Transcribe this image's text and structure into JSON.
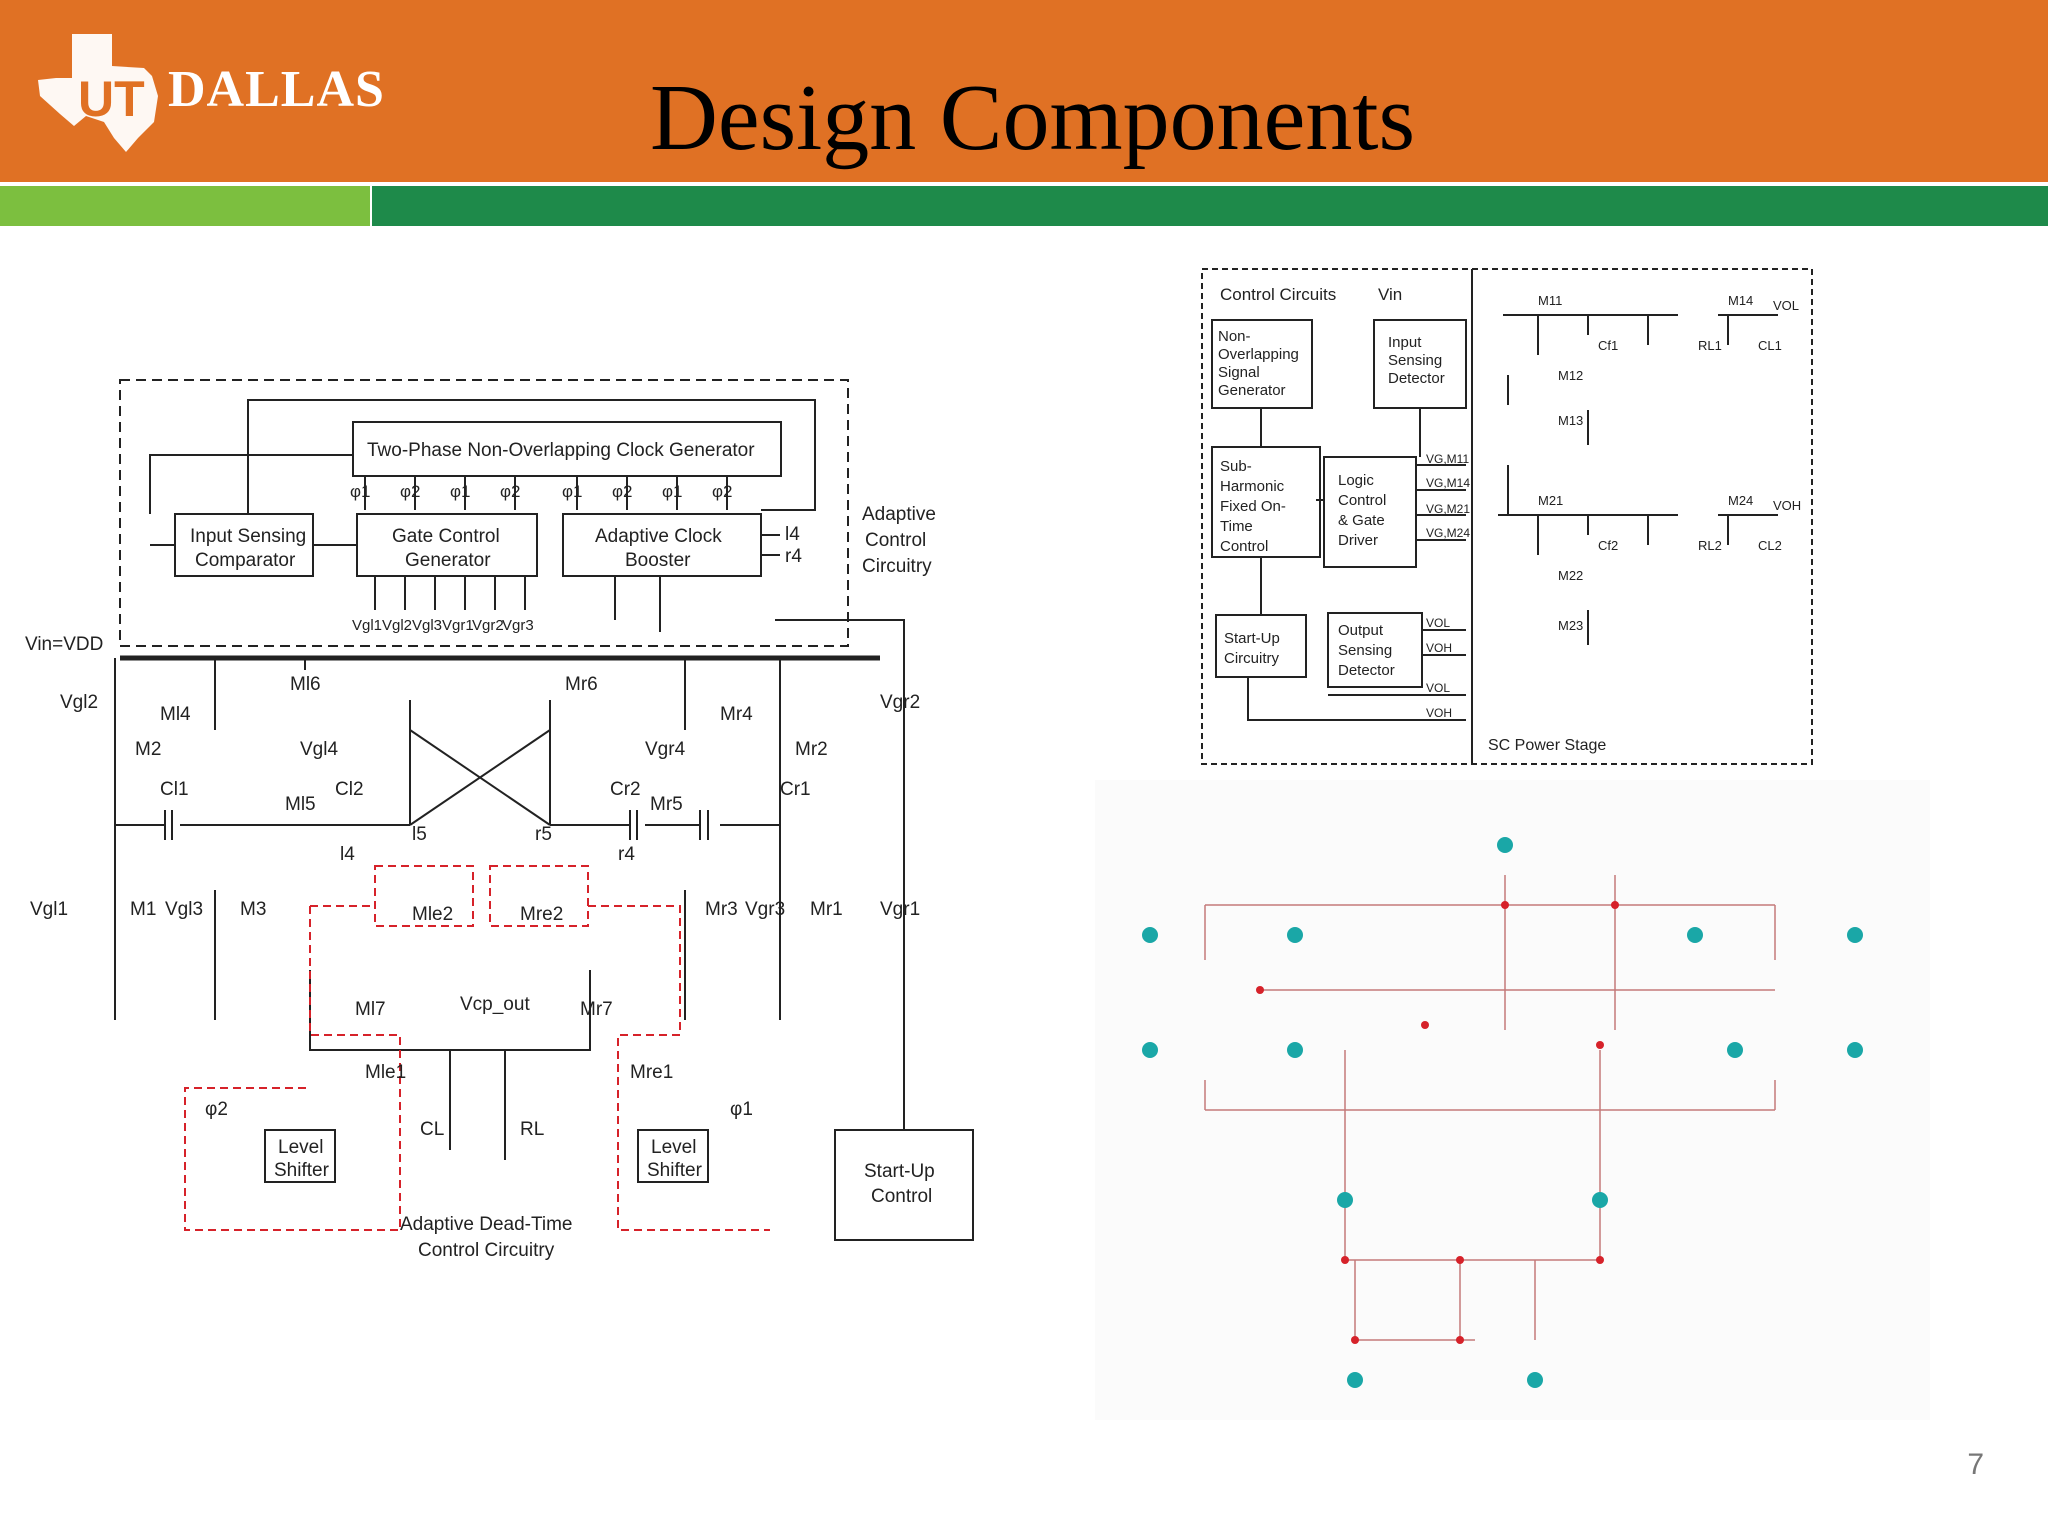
{
  "header": {
    "logo_text": "DALLAS",
    "logo_ut": "UT",
    "title": "Design Components"
  },
  "left_diagram": {
    "blocks": {
      "clock_gen": "Two-Phase Non-Overlapping Clock Generator",
      "input_sensing": [
        "Input Sensing",
        "Comparator"
      ],
      "gate_control": [
        "Gate Control",
        "Generator"
      ],
      "clock_booster": [
        "Adaptive Clock",
        "Booster"
      ],
      "startup": [
        "Start-Up",
        "Control"
      ],
      "level_shifter_l": [
        "Level",
        "Shifter"
      ],
      "level_shifter_r": [
        "Level",
        "Shifter"
      ]
    },
    "labels": {
      "adaptive_control": [
        "Adaptive",
        "Control",
        "Circuitry"
      ],
      "dead_time": [
        "Adaptive Dead-Time",
        "Control Circuitry"
      ],
      "vin_vdd": "Vin=VDD",
      "l4": "l4",
      "r4": "r4",
      "l5": "l5",
      "r5": "r5",
      "vcp_out": "Vcp_out",
      "cl": "CL",
      "rl": "RL",
      "phi2": "φ2",
      "phi1": "φ1",
      "m2": "M2",
      "ml4": "Ml4",
      "ml6": "Ml6",
      "mr6": "Mr6",
      "mr4": "Mr4",
      "mr2": "Mr2",
      "ml5": "Ml5",
      "mr5": "Mr5",
      "m1": "M1",
      "m3": "M3",
      "mr3": "Mr3",
      "mr1": "Mr1",
      "cl1": "Cl1",
      "cl2": "Cl2",
      "cr2": "Cr2",
      "cr1": "Cr1",
      "mle2": "Mle2",
      "mre2": "Mre2",
      "ml7": "Ml7",
      "mr7": "Mr7",
      "mle1": "Mle1",
      "mre1": "Mre1",
      "vgl2": "Vgl2",
      "vgl4": "Vgl4",
      "vgr4": "Vgr4",
      "vgr2": "Vgr2",
      "vgl1": "Vgl1",
      "vgl3": "Vgl3",
      "vgr3": "Vgr3",
      "vgr1": "Vgr1"
    },
    "clock_phases": [
      "φ1",
      "φ2",
      "φ1",
      "φ2",
      "φ1",
      "φ2",
      "φ1",
      "φ2"
    ],
    "gate_outputs": [
      "Vgl1",
      "Vgl2",
      "Vgl3",
      "Vgr1",
      "Vgr2",
      "Vgr3"
    ]
  },
  "right_diagram": {
    "control_title": "Control Circuits",
    "vin": "Vin",
    "blocks": {
      "non_overlap": [
        "Non-",
        "Overlapping",
        "Signal",
        "Generator"
      ],
      "input_sensing": [
        "Input",
        "Sensing",
        "Detector"
      ],
      "sub_harmonic": [
        "Sub-",
        "Harmonic",
        "Fixed On-",
        "Time",
        "Control"
      ],
      "logic_control": [
        "Logic",
        "Control",
        "& Gate",
        "Driver"
      ],
      "startup": [
        "Start-Up",
        "Circuitry"
      ],
      "output_sensing": [
        "Output",
        "Sensing",
        "Detector"
      ]
    },
    "signals": [
      "VG,M11",
      "VG,M14",
      "VG,M21",
      "VG,M24",
      "VOL",
      "VOH",
      "VOL",
      "VOH"
    ],
    "power_stage": "SC Power Stage",
    "transistors": [
      "M11",
      "M14",
      "M12",
      "M13",
      "M21",
      "M24",
      "M22",
      "M23"
    ],
    "caps": [
      "Cf1",
      "CL1",
      "Cf2",
      "CL2"
    ],
    "loads": [
      "RL1",
      "RL2"
    ],
    "outputs": [
      "VOL",
      "VOH"
    ]
  },
  "page_number": "7"
}
